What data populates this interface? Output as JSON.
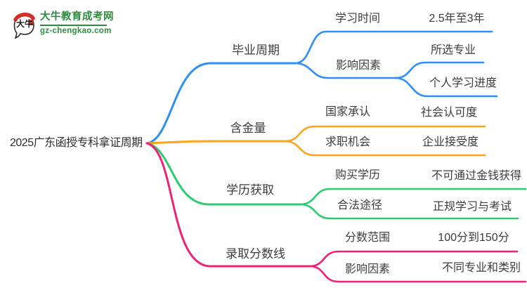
{
  "logo": {
    "site_name": "大牛教育成考网",
    "site_url": "gz-chengkao.com",
    "icon_text": "大牛",
    "brand_green": "#2e8b40",
    "brand_red": "#cf3128"
  },
  "mindmap": {
    "root": "2025广东函授专科拿证周期",
    "text_color": "#3c3c3c",
    "branches": [
      {
        "label": "毕业周期",
        "color": "#2F8FF7",
        "children": [
          {
            "label": "学习时间",
            "children": [
              "2.5年至3年"
            ]
          },
          {
            "label": "影响因素",
            "children": [
              "所选专业",
              "个人学习进度"
            ]
          }
        ]
      },
      {
        "label": "含金量",
        "color": "#FFA41E",
        "children": [
          {
            "label": "国家承认",
            "children": [
              "社会认可度"
            ]
          },
          {
            "label": "求职机会",
            "children": [
              "企业接受度"
            ]
          }
        ]
      },
      {
        "label": "学历获取",
        "color": "#2BCB70",
        "children": [
          {
            "label": "购买学历",
            "children": [
              "不可通过金钱获得"
            ]
          },
          {
            "label": "合法途径",
            "children": [
              "正规学习与考试"
            ]
          }
        ]
      },
      {
        "label": "录取分数线",
        "color": "#EE2277",
        "children": [
          {
            "label": "分数范围",
            "children": [
              "100分到150分"
            ]
          },
          {
            "label": "影响因素",
            "children": [
              "不同专业和类别"
            ]
          }
        ]
      }
    ]
  }
}
